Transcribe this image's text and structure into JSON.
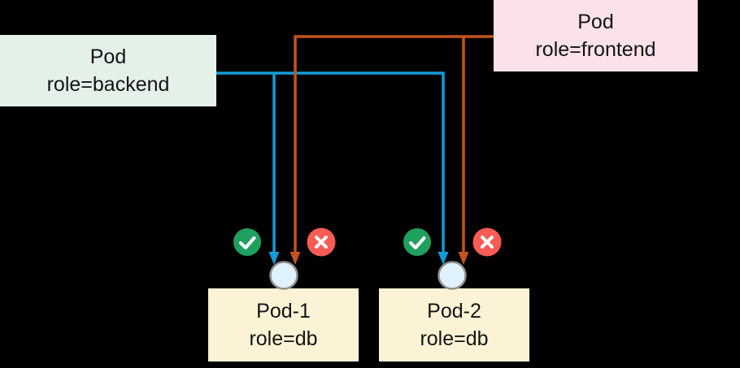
{
  "canvas": {
    "background": "#000000"
  },
  "colors": {
    "backend_flow": "#159BD8",
    "frontend_flow": "#C4531D",
    "allowed_badge": "#1FA05F",
    "denied_badge": "#FA5C55",
    "badge_glyph": "#FFFFFF",
    "port_fill": "#E0F2FD",
    "port_border": "#909090",
    "node_text": "#141414",
    "backend_fill": "#E3F1E9",
    "frontend_fill": "#FAE1EA",
    "db_fill": "#FCF3D6"
  },
  "nodes": {
    "backend": {
      "line1": "Pod",
      "line2": "role=backend"
    },
    "frontend": {
      "line1": "Pod",
      "line2": "role=frontend"
    },
    "pod1": {
      "line1": "Pod-1",
      "line2": "role=db"
    },
    "pod2": {
      "line1": "Pod-2",
      "line2": "role=db"
    }
  },
  "icons": {
    "allowed": "check-icon",
    "denied": "cross-icon",
    "port": "port-circle"
  },
  "edges": [
    {
      "from": "Pod role=backend",
      "to": "Pod-1 role=db",
      "color": "#159BD8",
      "verdict": "allowed"
    },
    {
      "from": "Pod role=backend",
      "to": "Pod-2 role=db",
      "color": "#159BD8",
      "verdict": "allowed"
    },
    {
      "from": "Pod role=frontend",
      "to": "Pod-1 role=db",
      "color": "#C4531D",
      "verdict": "denied"
    },
    {
      "from": "Pod role=frontend",
      "to": "Pod-2 role=db",
      "color": "#C4531D",
      "verdict": "denied"
    }
  ]
}
